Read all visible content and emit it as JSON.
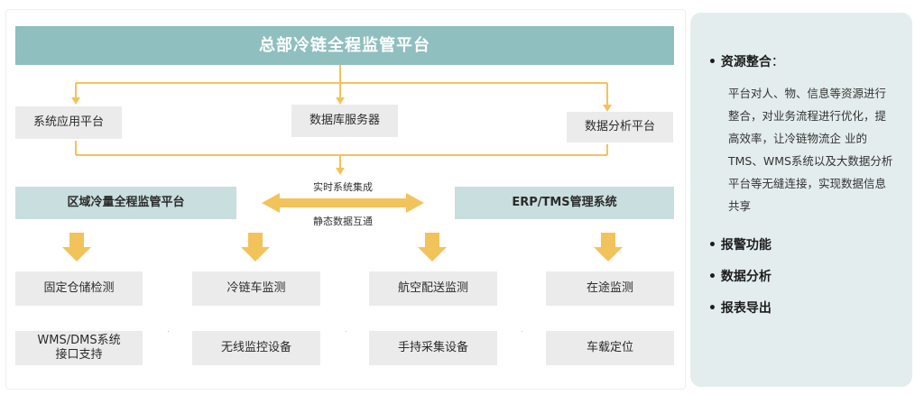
{
  "platform": {
    "title": "总部冷链全程监管平台"
  },
  "tier1": [
    {
      "label": "系统应用平台"
    },
    {
      "label": "数据库服务器"
    },
    {
      "label": "数据分析平台"
    }
  ],
  "tier2": {
    "left": "区域冷量全程监管平台",
    "right": "ERP/TMS管理系统",
    "arrow_top": "实时系统集成",
    "arrow_bottom": "静态数据互通"
  },
  "modules": [
    "固定仓储检测",
    "冷链车监测",
    "航空配送监测",
    "在途监测"
  ],
  "devices": [
    "WMS/DMS系统\n接口支持",
    "无线监控设备",
    "手持采集设备",
    "车载定位"
  ],
  "notes": {
    "items": [
      {
        "title": "资源整合",
        "suffix": "：",
        "text": "平台对人、物、信息等资源进行整合，对业务流程进行优化，提高效率，让冷链物流企 业的TMS、WMS系统以及大数据分析平台等无缝连接，实现数据信息共享"
      },
      {
        "title": "报警功能"
      },
      {
        "title": "数据分析"
      },
      {
        "title": "报表导出"
      }
    ]
  },
  "colors": {
    "connector": "#f2c35a",
    "title_bg": "#8fbfbf",
    "mid_bg": "#c9dede",
    "box_bg": "#ebebeb",
    "note_bg": "#e4eded"
  }
}
